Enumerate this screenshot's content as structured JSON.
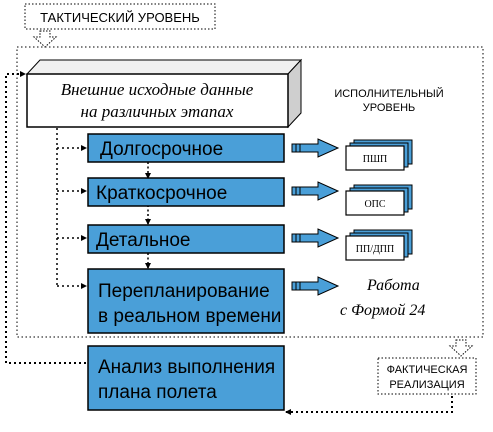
{
  "labels": {
    "tactical_level": "ТАКТИЧЕСКИЙ УРОВЕНЬ",
    "executive_level": [
      "ИСПОЛНИТЕЛЬНЫЙ",
      "УРОВЕНЬ"
    ],
    "actual_implementation": [
      "ФАКТИЧЕСКАЯ",
      "РЕАЛИЗАЦИЯ"
    ]
  },
  "input_box": {
    "lines": [
      "Внешние исходные данные",
      "на различных этапах"
    ]
  },
  "stages": [
    {
      "lines": [
        "Долгосрочное"
      ],
      "output": "ПШП"
    },
    {
      "lines": [
        "Краткосрочное"
      ],
      "output": "ОПС"
    },
    {
      "lines": [
        "Детальное"
      ],
      "output": "ПП/ДПП"
    },
    {
      "lines": [
        "Перепланирование",
        "в реальном времени"
      ],
      "output_lines": [
        "Работа",
        "с Формой 24"
      ]
    }
  ],
  "analysis_box": {
    "lines": [
      "Анализ выполнения",
      "плана полета"
    ]
  },
  "colors": {
    "box_fill": "#4a9fd8",
    "stroke": "#000000",
    "dotted": "#000000",
    "background": "#ffffff"
  }
}
